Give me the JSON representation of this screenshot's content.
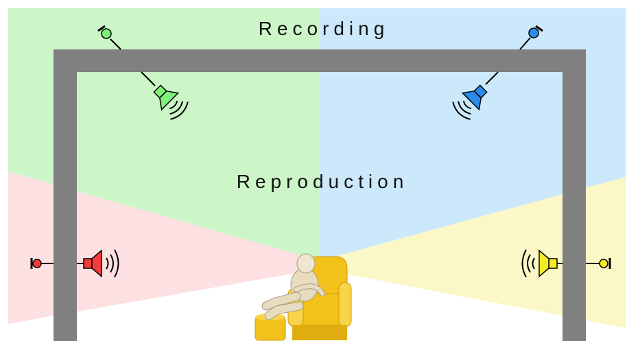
{
  "labels": {
    "recording": "Recording",
    "reproduction": "Reproduction"
  },
  "colors": {
    "zone_green": "#ccf5c8",
    "zone_blue": "#cce9fb",
    "zone_red": "#fde0e2",
    "zone_yellow": "#fbf7c6",
    "frame": "#808080",
    "speaker_green": "#7ff07a",
    "speaker_blue": "#2b8de8",
    "speaker_red": "#f23b3b",
    "speaker_yellow": "#f6ec26",
    "chair": "#f3c21a",
    "figure": "#e8dcc0"
  },
  "icons": {
    "microphone": "microphone-icon",
    "loudspeaker": "loudspeaker-icon",
    "listener": "seated-listener-figure"
  }
}
